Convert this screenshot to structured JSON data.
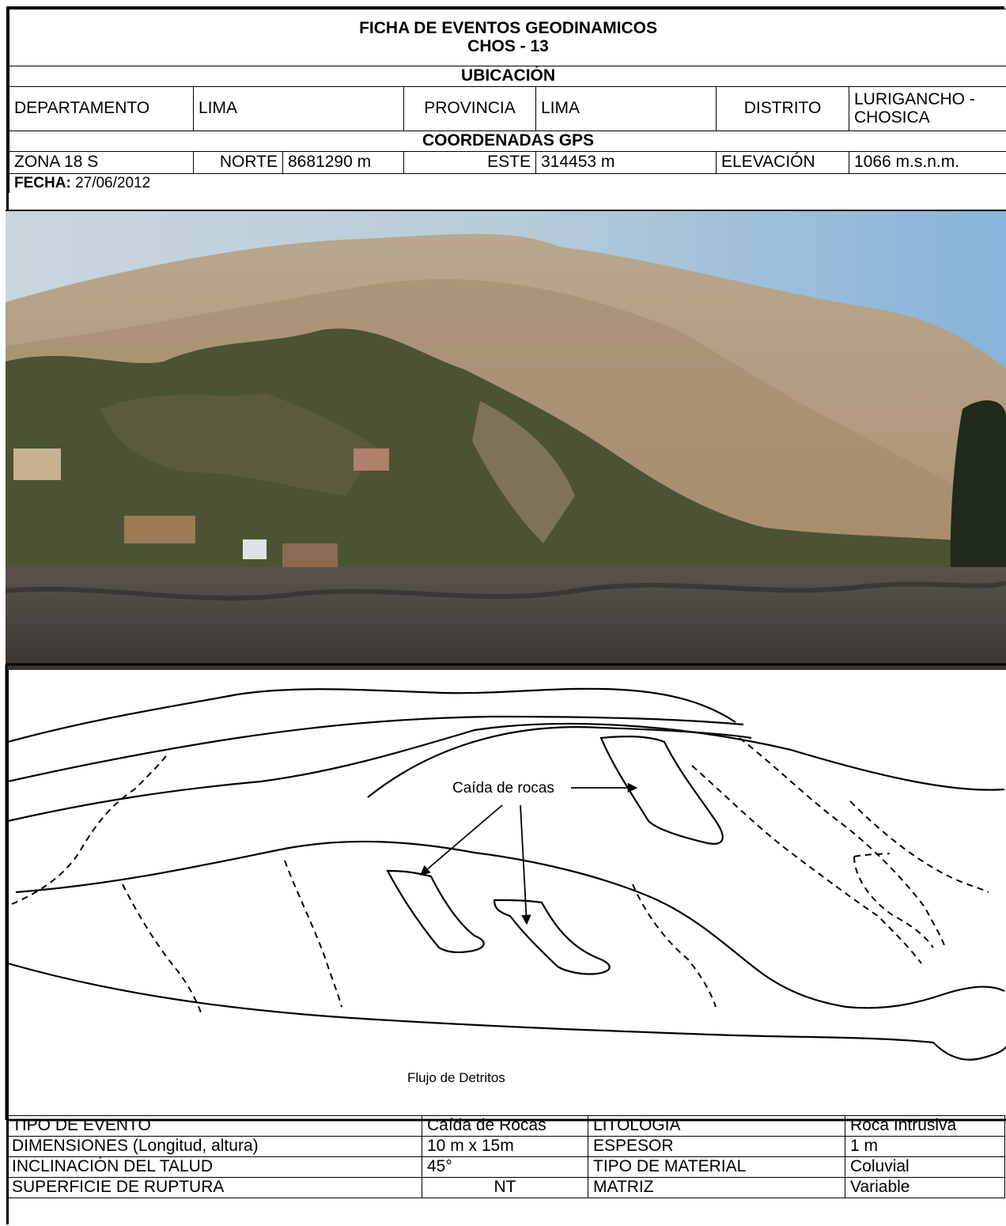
{
  "header": {
    "title": "FICHA DE EVENTOS GEODINAMICOS",
    "code": "CHOS - 13"
  },
  "ubicacion": {
    "heading": "UBICACIÓN",
    "departamento_label": "DEPARTAMENTO",
    "departamento_value": "LIMA",
    "provincia_label": "PROVINCIA",
    "provincia_value": "LIMA",
    "distrito_label": "DISTRITO",
    "distrito_value": "LURIGANCHO - CHOSICA"
  },
  "coordenadas": {
    "heading": "COORDENADAS GPS",
    "zona": "ZONA 18 S",
    "norte_label": "NORTE",
    "norte_value": "8681290 m",
    "este_label": "ESTE",
    "este_value": "314453 m",
    "elevacion_label": "ELEVACIÓN",
    "elevacion_value": "1066 m.s.n.m."
  },
  "fecha": {
    "label": "FECHA:",
    "value": "27/06/2012"
  },
  "sketch": {
    "label_rockfall": "Caída de rocas",
    "label_debris": "Flujo de Detritos"
  },
  "event_details": [
    {
      "label": "TIPO DE EVENTO",
      "value": "Caída de Rocas",
      "label2": "LITOLOGIA",
      "value2": "Roca Intrusiva"
    },
    {
      "label": "DIMENSIONES (Longitud, altura)",
      "value": "10 m x 15m",
      "label2": "ESPESOR",
      "value2": "1 m"
    },
    {
      "label": "INCLINACIÓN DEL TALUD",
      "value": "45°",
      "label2": "TIPO DE MATERIAL",
      "value2": "Coluvial"
    },
    {
      "label": "SUPERFICIE DE RUPTURA",
      "value": "NT",
      "label2": "MATRIZ",
      "value2": "Variable"
    }
  ],
  "colors": {
    "sky": "#9fc0d8",
    "hill": "#b59c7c",
    "vegetation": "#3e4a2c",
    "rock_foreground": "#4a4440"
  }
}
